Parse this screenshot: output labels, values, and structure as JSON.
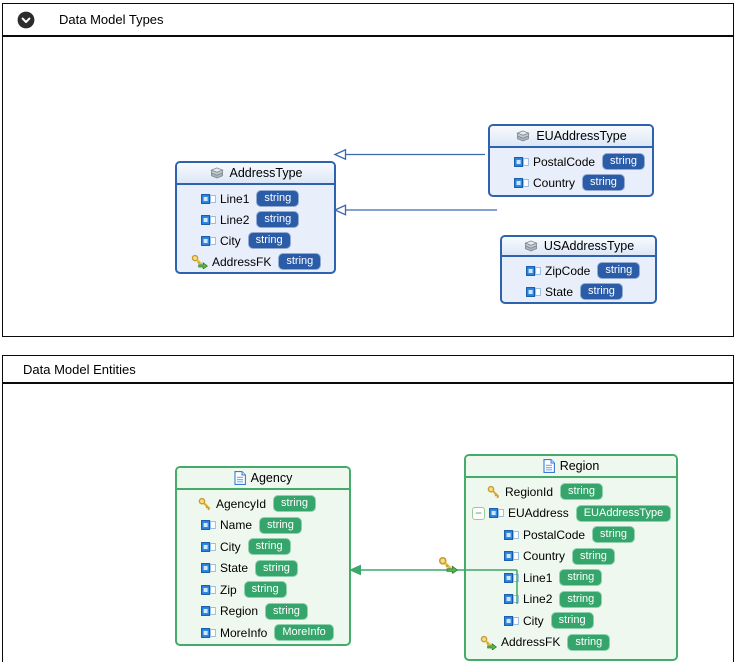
{
  "expander_glyph": "−",
  "colors": {
    "types_accent": "#2E62AE",
    "types_badge": "#2B5CA8",
    "entities_accent": "#44AC68",
    "entities_badge": "#36A56B",
    "panel_border": "#000000"
  },
  "sections": [
    {
      "title": "Data Model Types",
      "collapse_icon": "chevron-down-circle",
      "entities": [
        {
          "name": "AddressType",
          "icon": "complex-type",
          "fields": [
            {
              "icon": "field",
              "name": "Line1",
              "type": "string"
            },
            {
              "icon": "field",
              "name": "Line2",
              "type": "string"
            },
            {
              "icon": "field",
              "name": "City",
              "type": "string"
            },
            {
              "icon": "foreign-key",
              "name": "AddressFK",
              "type": "string"
            }
          ]
        },
        {
          "name": "EUAddressType",
          "icon": "complex-type",
          "fields": [
            {
              "icon": "field",
              "name": "PostalCode",
              "type": "string"
            },
            {
              "icon": "field",
              "name": "Country",
              "type": "string"
            }
          ]
        },
        {
          "name": "USAddressType",
          "icon": "complex-type",
          "fields": [
            {
              "icon": "field",
              "name": "ZipCode",
              "type": "string"
            },
            {
              "icon": "field",
              "name": "State",
              "type": "string"
            }
          ]
        }
      ],
      "relations": [
        {
          "from": "EUAddressType",
          "to": "AddressType",
          "kind": "inheritance"
        },
        {
          "from": "USAddressType",
          "to": "AddressType",
          "kind": "inheritance"
        }
      ]
    },
    {
      "title": "Data Model Entities",
      "entities": [
        {
          "name": "Agency",
          "icon": "entity-document",
          "fields": [
            {
              "icon": "primary-key",
              "name": "AgencyId",
              "type": "string"
            },
            {
              "icon": "field",
              "name": "Name",
              "type": "string"
            },
            {
              "icon": "field",
              "name": "City",
              "type": "string"
            },
            {
              "icon": "field",
              "name": "State",
              "type": "string"
            },
            {
              "icon": "field",
              "name": "Zip",
              "type": "string"
            },
            {
              "icon": "field",
              "name": "Region",
              "type": "string"
            },
            {
              "icon": "field",
              "name": "MoreInfo",
              "type": "MoreInfo"
            }
          ]
        },
        {
          "name": "Region",
          "icon": "entity-document",
          "fields": [
            {
              "icon": "primary-key",
              "name": "RegionId",
              "type": "string"
            },
            {
              "icon": "field",
              "name": "EUAddress",
              "type": "EUAddressType",
              "expandable": true,
              "expanded": true
            },
            {
              "icon": "field",
              "name": "PostalCode",
              "type": "string",
              "indent": 1
            },
            {
              "icon": "field",
              "name": "Country",
              "type": "string",
              "indent": 1
            },
            {
              "icon": "field",
              "name": "Line1",
              "type": "string",
              "indent": 1
            },
            {
              "icon": "field",
              "name": "Line2",
              "type": "string",
              "indent": 1
            },
            {
              "icon": "field",
              "name": "City",
              "type": "string",
              "indent": 1
            },
            {
              "icon": "foreign-key",
              "name": "AddressFK",
              "type": "string"
            }
          ]
        },
        {
          "relationsNote": ""
        }
      ],
      "relations": [
        {
          "from": "Region.AddressFK",
          "to": "Agency",
          "kind": "foreign-key-association"
        }
      ]
    }
  ]
}
